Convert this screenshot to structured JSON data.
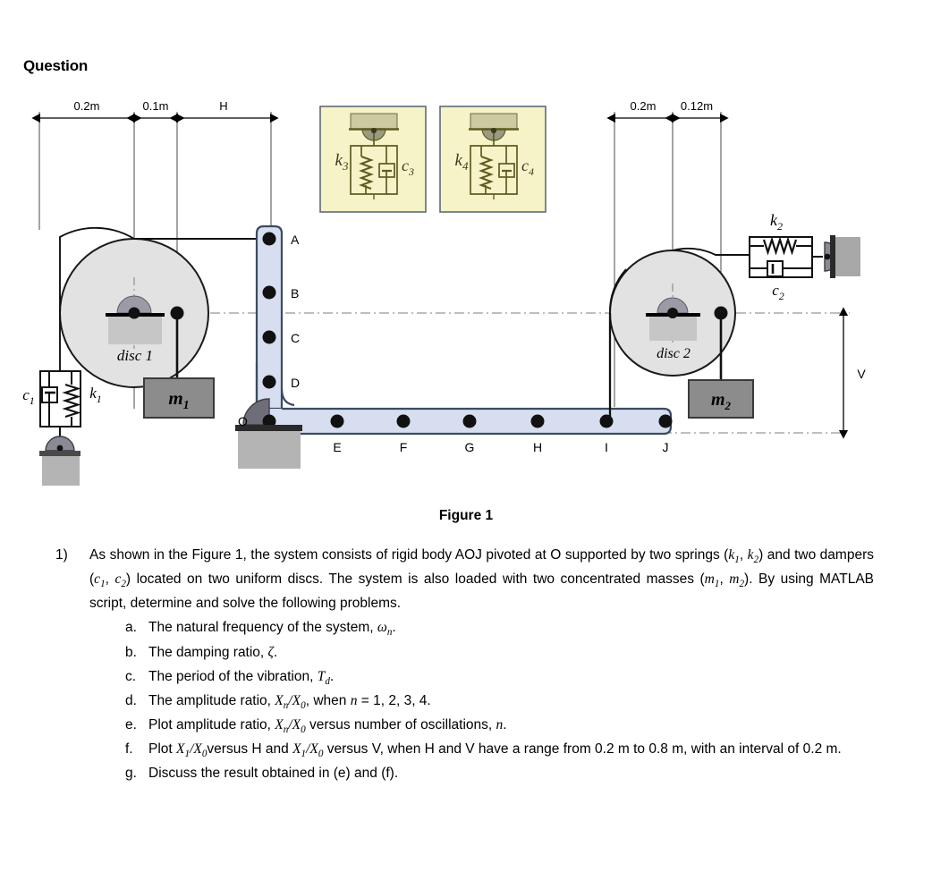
{
  "heading": "Question",
  "figure": {
    "caption": "Figure 1",
    "dimensions_left": [
      {
        "label": "0.2m"
      },
      {
        "label": "0.1m"
      },
      {
        "label": "H"
      }
    ],
    "dimensions_right": [
      {
        "label": "0.2m"
      },
      {
        "label": "0.12m"
      }
    ],
    "dimension_vertical": {
      "label": "V"
    },
    "boxes": [
      {
        "spring": "k",
        "spring_sub": "3",
        "damper": "c",
        "damper_sub": "3"
      },
      {
        "spring": "k",
        "spring_sub": "4",
        "damper": "c",
        "damper_sub": "4"
      }
    ],
    "discs": [
      {
        "label": "disc 1"
      },
      {
        "label": "disc 2"
      }
    ],
    "masses": [
      {
        "label": "m",
        "sub": "1"
      },
      {
        "label": "m",
        "sub": "2"
      }
    ],
    "spring_damper_left": {
      "damper": "c",
      "damper_sub": "1",
      "spring": "k",
      "spring_sub": "1"
    },
    "spring_damper_right": {
      "spring": "k",
      "spring_sub": "2",
      "damper": "c",
      "damper_sub": "2"
    },
    "vertical_points": [
      "A",
      "B",
      "C",
      "D"
    ],
    "pivot_point": "O",
    "horizontal_points": [
      "E",
      "F",
      "G",
      "H",
      "I",
      "J"
    ],
    "colors": {
      "bar_fill": "#d6def0",
      "bar_stroke": "#3b4a60",
      "disc_fill": "#e2e2e2",
      "disc_stroke": "#1a1a1a",
      "mass_fill": "#8c8c8c",
      "mass_stroke": "#3a3a3a",
      "ground_fill": "#b4b4b4",
      "pivot_fill": "#6e6e78",
      "box_fill": "#f7f3c8",
      "box_stroke": "#6b6b45",
      "box_ink": "#5e5c22",
      "box_cap": "#cdc9a0",
      "wall_fill": "#a8a8a8",
      "ink": "#000000",
      "dashed": "#7d7d7d"
    }
  },
  "question": {
    "number": "1)",
    "paragraph_parts": {
      "p1": "As shown in the Figure 1, the system consists of rigid body AOJ pivoted at O supported by two springs (",
      "k1": "k",
      "k1s": "1",
      "comma1": ", ",
      "k2": "k",
      "k2s": "2",
      "p2": ") and two dampers (",
      "c1": "c",
      "c1s": "1",
      "comma2": ", ",
      "c2": "c",
      "c2s": "2",
      "p3": ") located on two uniform discs. The system is also loaded with two concentrated masses (",
      "m1": "m",
      "m1s": "1",
      "comma3": ", ",
      "m2": "m",
      "m2s": "2",
      "p4": "). By using MATLAB script, determine and solve the following problems."
    },
    "items": [
      {
        "mark": "a.",
        "parts": {
          "t1": "The natural frequency of the system, ",
          "sym": "ω",
          "sub": "n",
          "t2": "."
        }
      },
      {
        "mark": "b.",
        "parts": {
          "t1": "The damping ratio, ",
          "sym": "ζ",
          "sub": "",
          "t2": "."
        }
      },
      {
        "mark": "c.",
        "parts": {
          "t1": "The period of the vibration, ",
          "sym": "T",
          "sub": "d",
          "t2": "."
        }
      },
      {
        "mark": "d.",
        "parts": {
          "t1": "The amplitude ratio, ",
          "X": "X",
          "Xsub": "n",
          "slash": "/",
          "X0": "X",
          "X0sub": "0",
          "t2": ", when ",
          "n": "n",
          "t3": " = 1, 2, 3, 4."
        }
      },
      {
        "mark": "e.",
        "parts": {
          "t1": "Plot amplitude ratio, ",
          "X": "X",
          "Xsub": "n",
          "slash": "/",
          "X0": "X",
          "X0sub": "0",
          "t2": " versus number of oscillations, ",
          "n": "n",
          "t3": "."
        }
      },
      {
        "mark": "f.",
        "parts": {
          "t1": "Plot ",
          "X": "X",
          "Xsub": "1",
          "slash": "/",
          "X0": "X",
          "X0sub": "0",
          "t2": "versus H and ",
          "X2": "X",
          "X2sub": "1",
          "slash2": "/",
          "X02": "X",
          "X02sub": "0",
          "t3": " versus V, when H and V have a range from 0.2 m to 0.8 m, with an interval of 0.2 m."
        }
      },
      {
        "mark": "g.",
        "parts": {
          "t1": "Discuss the result obtained in (e) and (f)."
        }
      }
    ]
  }
}
